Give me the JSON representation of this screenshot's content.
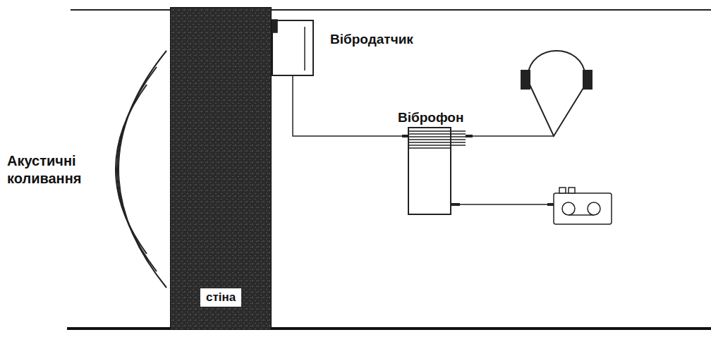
{
  "diagram": {
    "nodes": [
      {
        "text": [
          "стіна"
        ]
      },
      {
        "text": [
          "Вібродатчик"
        ]
      },
      {
        "text": [
          "Віброфон"
        ]
      }
    ],
    "edges": [
      {
        "from": 1,
        "to": 2,
        "arrow": "none"
      }
    ],
    "labels": [
      "Акустичні коливання"
    ]
  }
}
